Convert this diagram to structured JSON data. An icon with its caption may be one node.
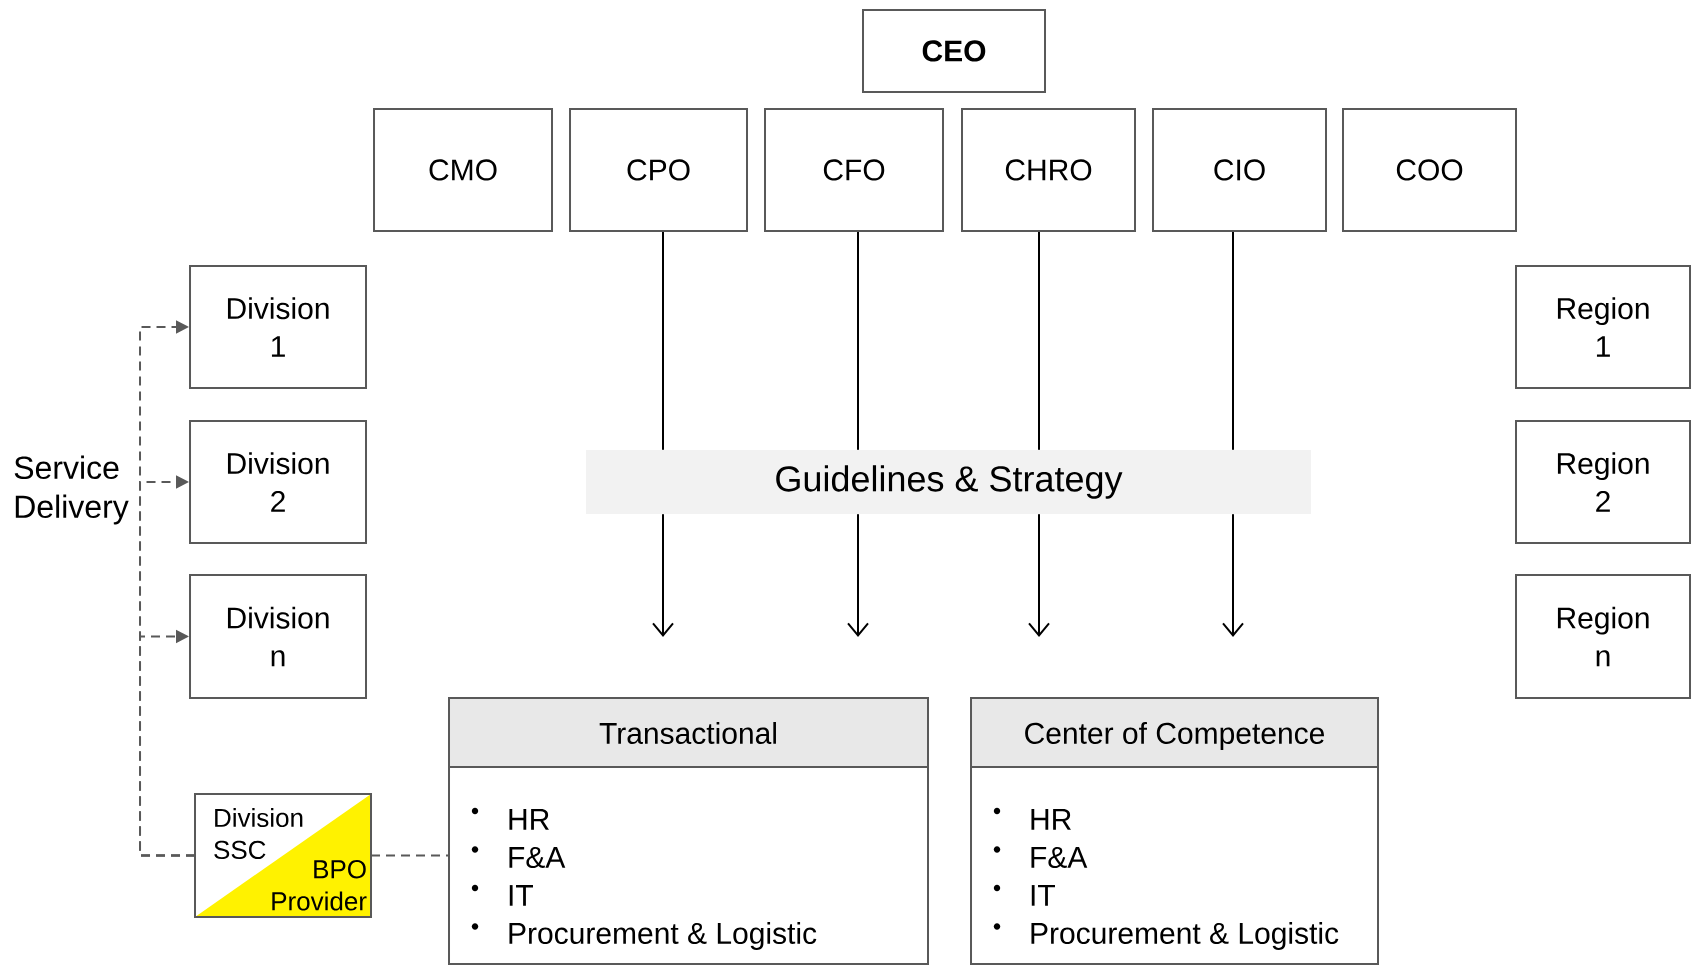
{
  "diagram": {
    "nodes": [
      {
        "text": [
          "CEO"
        ]
      },
      {
        "text": [
          "CMO"
        ]
      },
      {
        "text": [
          "CPO"
        ]
      },
      {
        "text": [
          "CFO"
        ]
      },
      {
        "text": [
          "CHRO"
        ]
      },
      {
        "text": [
          "CIO"
        ]
      },
      {
        "text": [
          "COO"
        ]
      },
      {
        "text": [
          "Division 1"
        ]
      },
      {
        "text": [
          "Division 2"
        ]
      },
      {
        "text": [
          "Division n"
        ]
      },
      {
        "text": [
          "Region 1"
        ]
      },
      {
        "text": [
          "Region 2"
        ]
      },
      {
        "text": [
          "Region n"
        ]
      },
      {
        "text": [
          "Guidelines & Strategy"
        ]
      },
      {
        "text": [
          "Division SSC",
          "BPO Provider"
        ]
      },
      {
        "text": [
          "Transactional",
          "HR",
          "F&A",
          "IT",
          "Procurement & Logistic"
        ]
      },
      {
        "text": [
          "Center of Competence",
          "HR",
          "F&A",
          "IT",
          "Procurement & Logistic"
        ]
      }
    ],
    "edges": [
      {
        "from": 2,
        "to": 13,
        "arrow": "none"
      },
      {
        "from": 3,
        "to": 13,
        "arrow": "none"
      },
      {
        "from": 4,
        "to": 13,
        "arrow": "none"
      },
      {
        "from": 5,
        "to": 13,
        "arrow": "none"
      },
      {
        "from": 13,
        "to": null,
        "arrow": "to"
      },
      {
        "from": 13,
        "to": null,
        "arrow": "to"
      },
      {
        "from": 13,
        "to": null,
        "arrow": "to"
      },
      {
        "from": 13,
        "to": null,
        "arrow": "to"
      },
      {
        "from": 14,
        "to": 7,
        "arrow": "to",
        "style": "dashed",
        "color": "#595959"
      },
      {
        "from": 14,
        "to": 8,
        "arrow": "to",
        "style": "dashed",
        "color": "#595959"
      },
      {
        "from": 14,
        "to": 9,
        "arrow": "to",
        "style": "dashed",
        "color": "#595959"
      },
      {
        "from": 14,
        "to": 15,
        "arrow": "none",
        "style": "dashed",
        "color": "#595959"
      }
    ],
    "labels": [
      "Service Delivery"
    ]
  }
}
